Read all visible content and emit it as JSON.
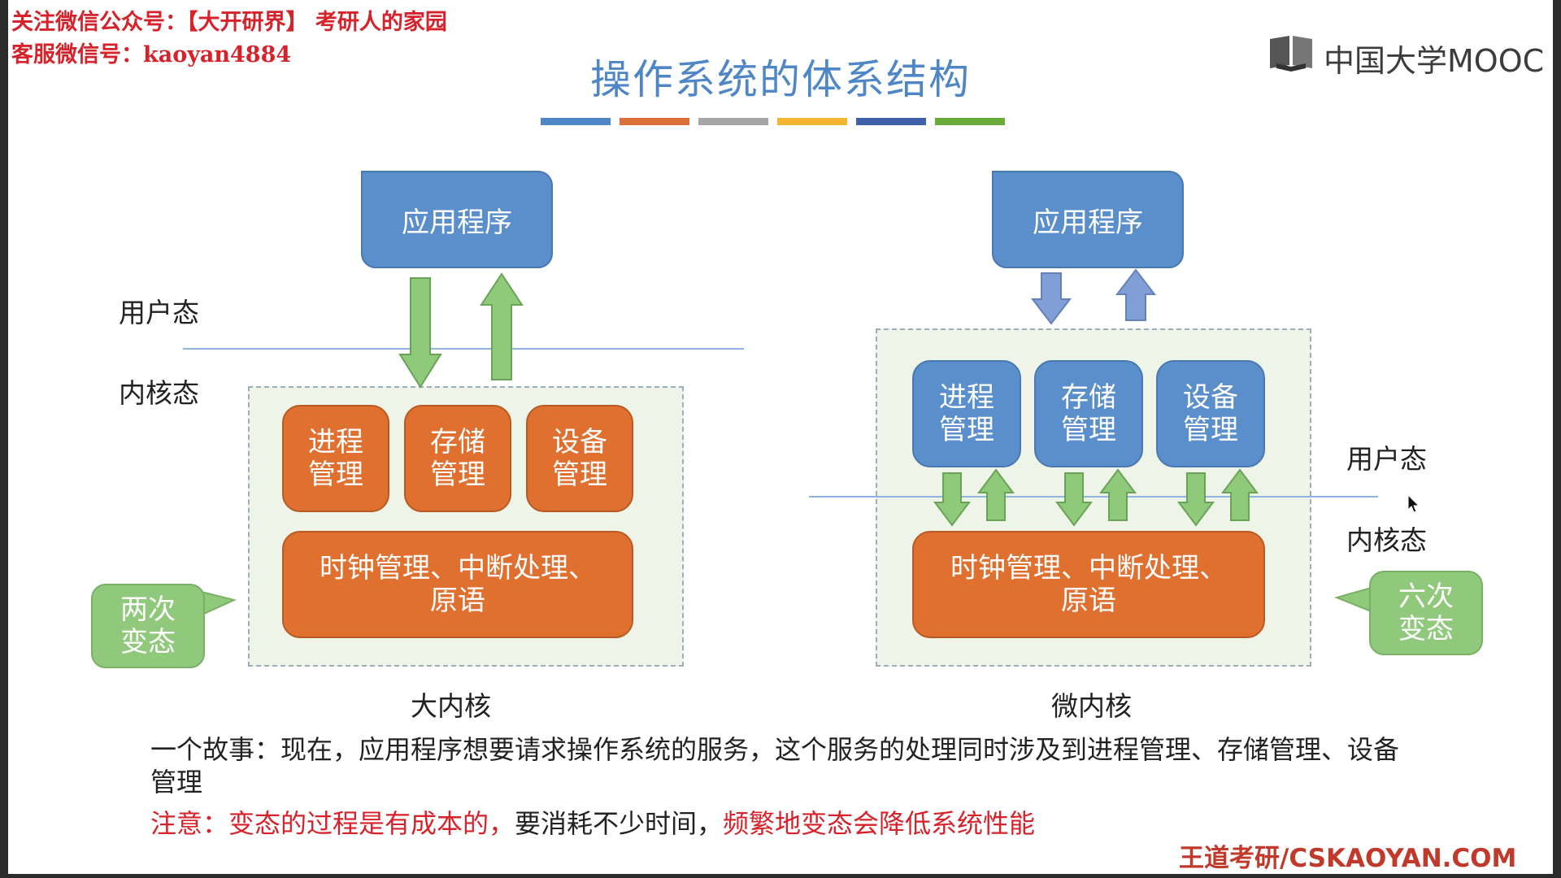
{
  "watermark": {
    "line1": "关注微信公众号：【大开研界】 考研人的家园",
    "line2": "客服微信号：kaoyan4884"
  },
  "title": "操作系统的体系结构",
  "title_bar_colors": [
    "#4f86c6",
    "#d9703a",
    "#a5a5a5",
    "#f2b632",
    "#3f5fa8",
    "#6aaa3a"
  ],
  "logo": {
    "text": "中国大学MOOC",
    "icon": "mooc-book-icon"
  },
  "left_diagram": {
    "app": "应用程序",
    "user_mode": "用户态",
    "kernel_mode": "内核态",
    "modules": [
      {
        "line1": "进程",
        "line2": "管理"
      },
      {
        "line1": "存储",
        "line2": "管理"
      },
      {
        "line1": "设备",
        "line2": "管理"
      }
    ],
    "core_line1": "时钟管理、中断处理、",
    "core_line2": "原语",
    "bubble_line1": "两次",
    "bubble_line2": "变态",
    "caption": "大内核",
    "arrow_color": "#8fc97a"
  },
  "right_diagram": {
    "app": "应用程序",
    "user_mode": "用户态",
    "kernel_mode": "内核态",
    "modules": [
      {
        "line1": "进程",
        "line2": "管理"
      },
      {
        "line1": "存储",
        "line2": "管理"
      },
      {
        "line1": "设备",
        "line2": "管理"
      }
    ],
    "core_line1": "时钟管理、中断处理、",
    "core_line2": "原语",
    "bubble_line1": "六次",
    "bubble_line2": "变态",
    "caption": "微内核",
    "arrow_color_top": "#7f9fd6",
    "arrow_color_inner": "#8fc97a"
  },
  "story": "一个故事：现在，应用程序想要请求操作系统的服务，这个服务的处理同时涉及到进程管理、存储管理、设备管理",
  "note": {
    "prefix": "注意：变态的过程是有成本的，",
    "middle": "要消耗不少时间，",
    "suffix": "频繁地变态会降低系统性能"
  },
  "footer": "王道考研/CSKAOYAN.COM",
  "cursor_icon": "mouse-cursor-icon"
}
